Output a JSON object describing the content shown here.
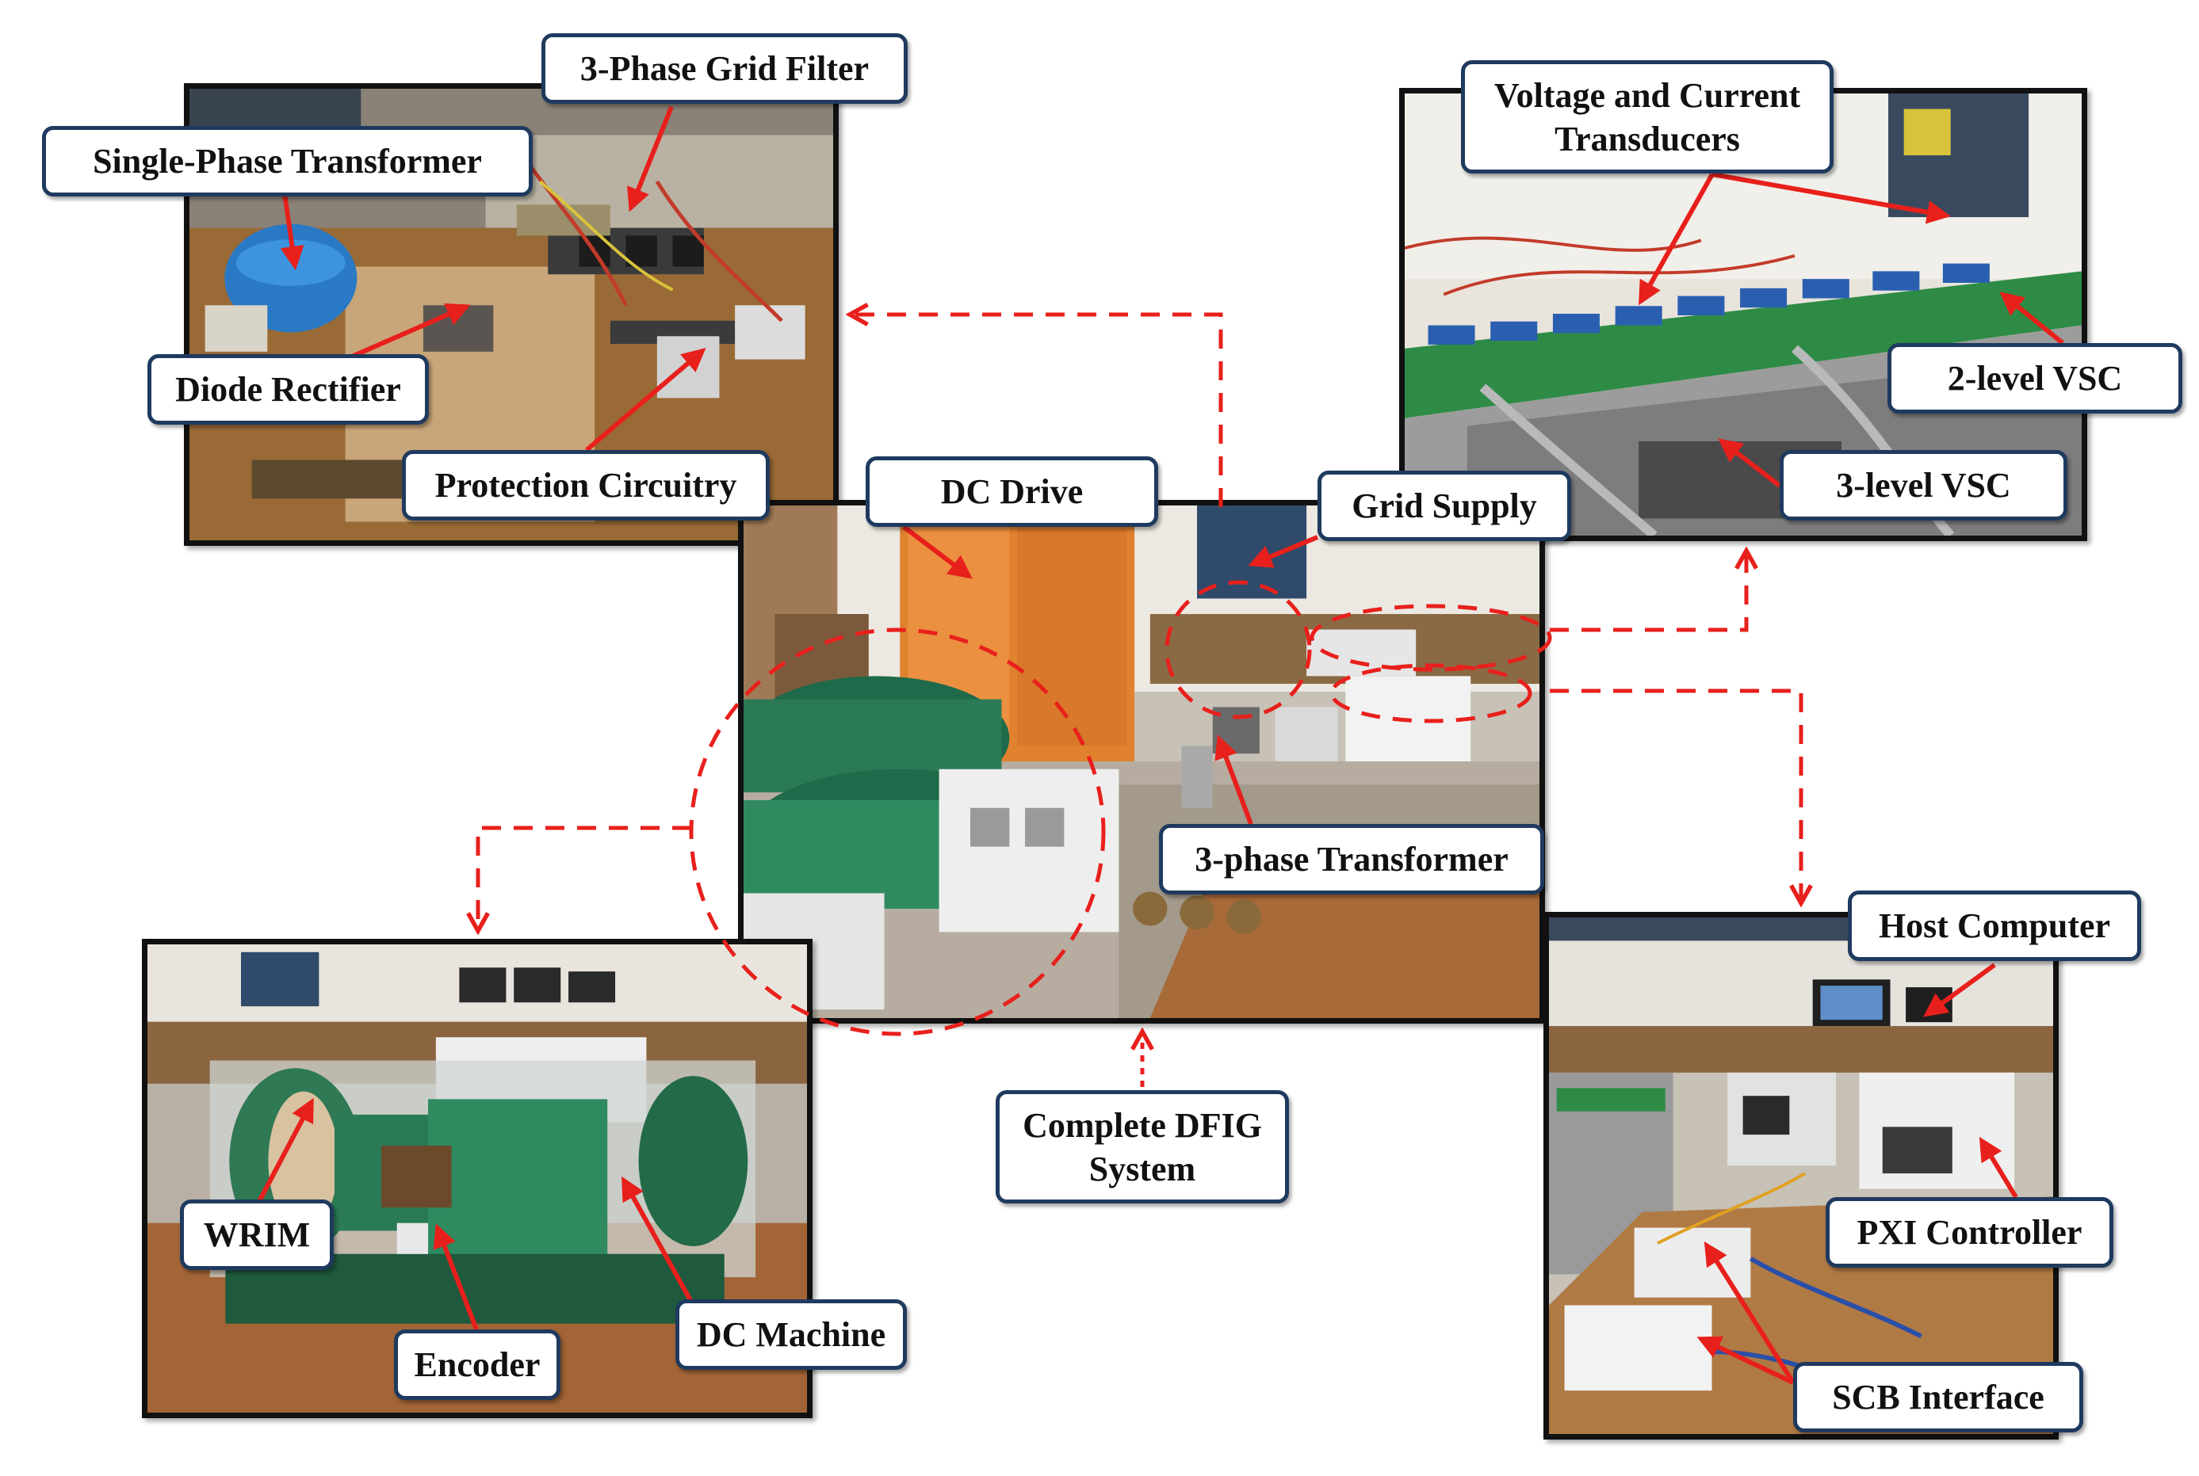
{
  "labels": {
    "grid_filter": "3-Phase Grid Filter",
    "single_phase_transformer": "Single-Phase Transformer",
    "diode_rectifier": "Diode Rectifier",
    "protection_circuitry": "Protection Circuitry",
    "vc_transducers": "Voltage and Current\nTransducers",
    "two_level_vsc": "2-level VSC",
    "three_level_vsc": "3-level VSC",
    "dc_drive": "DC Drive",
    "grid_supply": "Grid Supply",
    "three_phase_transformer": "3-phase Transformer",
    "complete_dfig": "Complete DFIG\nSystem",
    "host_computer": "Host Computer",
    "pxi_controller": "PXI Controller",
    "scb_interface": "SCB Interface",
    "wrim": "WRIM",
    "encoder": "Encoder",
    "dc_machine": "DC Machine"
  },
  "colors": {
    "arrow_red": "#e8201c",
    "dashed_red": "#e8201c",
    "label_border": "#1f3a5f",
    "photo_border": "#111111"
  }
}
